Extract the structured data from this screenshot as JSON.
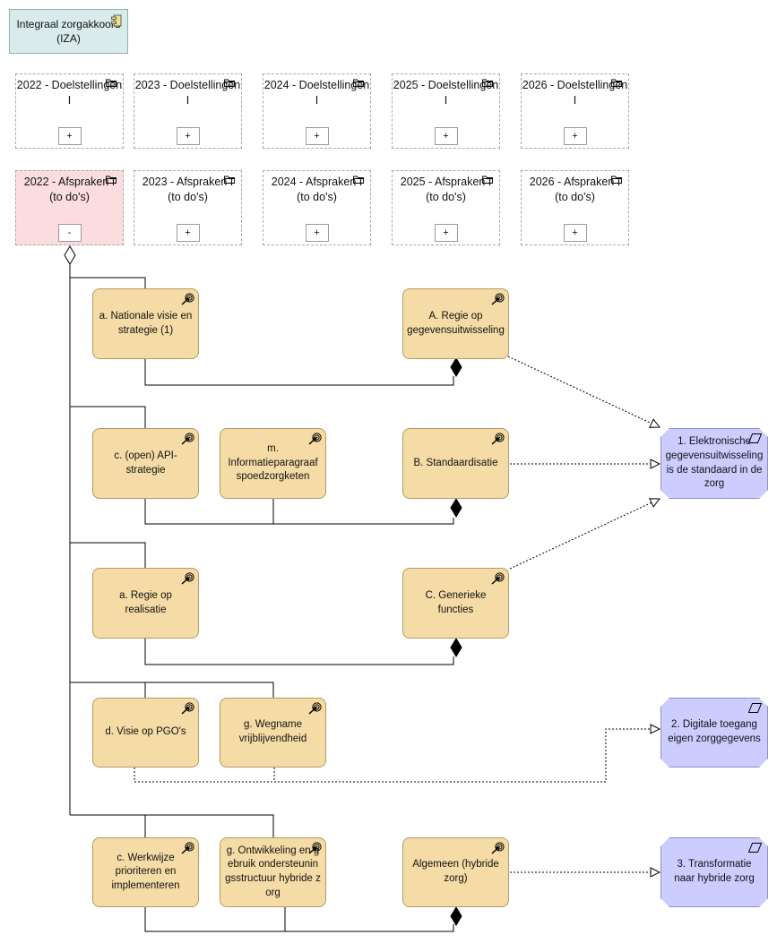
{
  "root": {
    "label": "Integraal zorgakkoord (IZA)",
    "icon": "component-icon"
  },
  "doelstellingen": [
    {
      "label": "2022 - Doelstellingen I",
      "toggle": "+"
    },
    {
      "label": "2023 - Doelstellingen I",
      "toggle": "+"
    },
    {
      "label": "2024 - Doelstellingen I",
      "toggle": "+"
    },
    {
      "label": "2025 - Doelstellingen I",
      "toggle": "+"
    },
    {
      "label": "2026 - Doelstellingen I",
      "toggle": "+"
    }
  ],
  "afspraken": [
    {
      "label": "2022 - Afspraken I (to do's)",
      "toggle": "-",
      "active": true
    },
    {
      "label": "2023 - Afspraken I (to do's)",
      "toggle": "+"
    },
    {
      "label": "2024 - Afspraken I (to do's)",
      "toggle": "+"
    },
    {
      "label": "2025 - Afspraken I (to do's)",
      "toggle": "+"
    },
    {
      "label": "2026 - Afspraken I (to do's)",
      "toggle": "+"
    }
  ],
  "goals": {
    "r1a": "a. Nationale visie en strategie (1)",
    "r1A": "A. Regie op gegevensuitwisseling",
    "r2c": "c. (open) API-strategie",
    "r2m": "m. Informatieparagraaf spoedzorgketen",
    "r2B": "B. Standaardisatie",
    "r3a": "a. Regie op realisatie",
    "r3C": "C. Generieke functies",
    "r4d": "d. Visie op PGO's",
    "r4g": "g. Wegname vrijblijvendheid",
    "r5c": "c. Werkwijze prioriteren en implementeren",
    "r5g": "g. Ontwikkeling en gebruik ondersteuningsstructuur hybride zorg",
    "r5alg": "Algemeen (hybride zorg)"
  },
  "outcomes": {
    "o1": "1. Elektronische gegevensuitwisseling is de standaard in de zorg",
    "o2": "2. Digitale toegang eigen zorggegevens",
    "o3": "3. Transformatie naar hybride zorg"
  },
  "colors": {
    "goal_fill": "#f5dca6",
    "outcome_fill": "#ccccff",
    "active_group_fill": "#fbdde0",
    "root_fill": "#d9ebeb"
  },
  "icons": {
    "goal": "goal-target-icon",
    "outcome": "outcome-parallelogram-icon",
    "group": "folder-icon"
  }
}
